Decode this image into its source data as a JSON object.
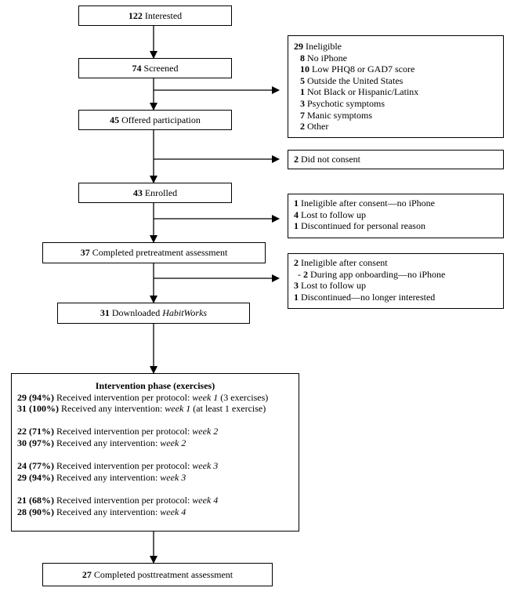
{
  "main_flow": [
    {
      "key": "interested",
      "count": "122",
      "label": "Interested"
    },
    {
      "key": "screened",
      "count": "74",
      "label": "Screened"
    },
    {
      "key": "offered",
      "count": "45",
      "label": "Offered participation"
    },
    {
      "key": "enrolled",
      "count": "43",
      "label": "Enrolled"
    },
    {
      "key": "pretreatment",
      "count": "37",
      "label": "Completed pretreatment assessment"
    },
    {
      "key": "downloaded",
      "count": "31",
      "label": "Downloaded",
      "label_italic": "HabitWorks"
    },
    {
      "key": "posttreatment",
      "count": "27",
      "label": "Completed posttreatment assessment"
    }
  ],
  "exclusions": {
    "ineligible": {
      "count": "29",
      "label": "Ineligible",
      "items": [
        {
          "count": "8",
          "label": "No iPhone"
        },
        {
          "count": "10",
          "label": "Low PHQ8 or GAD7 score"
        },
        {
          "count": "5",
          "label": "Outside the United States"
        },
        {
          "count": "1",
          "label": "Not Black or Hispanic/Latinx"
        },
        {
          "count": "3",
          "label": "Psychotic symptoms"
        },
        {
          "count": "7",
          "label": "Manic symptoms"
        },
        {
          "count": "2",
          "label": "Other"
        }
      ]
    },
    "no_consent": {
      "count": "2",
      "label": "Did not consent"
    },
    "after_enrolled": [
      {
        "count": "1",
        "label": "Ineligible after consent—no iPhone"
      },
      {
        "count": "4",
        "label": "Lost to follow up"
      },
      {
        "count": "1",
        "label": "Discontinued for personal reason"
      }
    ],
    "after_pretreatment": [
      {
        "count": "2",
        "label": "Ineligible after consent"
      },
      {
        "prefix": "- ",
        "count": "2",
        "label": "During app onboarding—no iPhone"
      },
      {
        "count": "3",
        "label": "Lost to follow up"
      },
      {
        "count": "1",
        "label": "Discontinued—no longer interested"
      }
    ]
  },
  "intervention": {
    "title": "Intervention phase (exercises)",
    "groups": [
      [
        {
          "stat": "29 (94%)",
          "text": "Received intervention per protocol:",
          "week": "week 1",
          "suffix": "(3 exercises)"
        },
        {
          "stat": "31 (100%)",
          "text": "Received any intervention:",
          "week": "week 1",
          "suffix": "(at least 1 exercise)"
        }
      ],
      [
        {
          "stat": "22 (71%)",
          "text": "Received intervention per protocol:",
          "week": "week 2",
          "suffix": ""
        },
        {
          "stat": "30 (97%)",
          "text": "Received any intervention:",
          "week": "week 2",
          "suffix": ""
        }
      ],
      [
        {
          "stat": "24 (77%)",
          "text": "Received intervention per protocol:",
          "week": "week 3",
          "suffix": ""
        },
        {
          "stat": "29 (94%)",
          "text": "Received any intervention:",
          "week": "week 3",
          "suffix": ""
        }
      ],
      [
        {
          "stat": "21 (68%)",
          "text": "Received intervention per protocol:",
          "week": "week 4",
          "suffix": ""
        },
        {
          "stat": "28 (90%)",
          "text": "Received any intervention:",
          "week": "week 4",
          "suffix": ""
        }
      ]
    ]
  }
}
